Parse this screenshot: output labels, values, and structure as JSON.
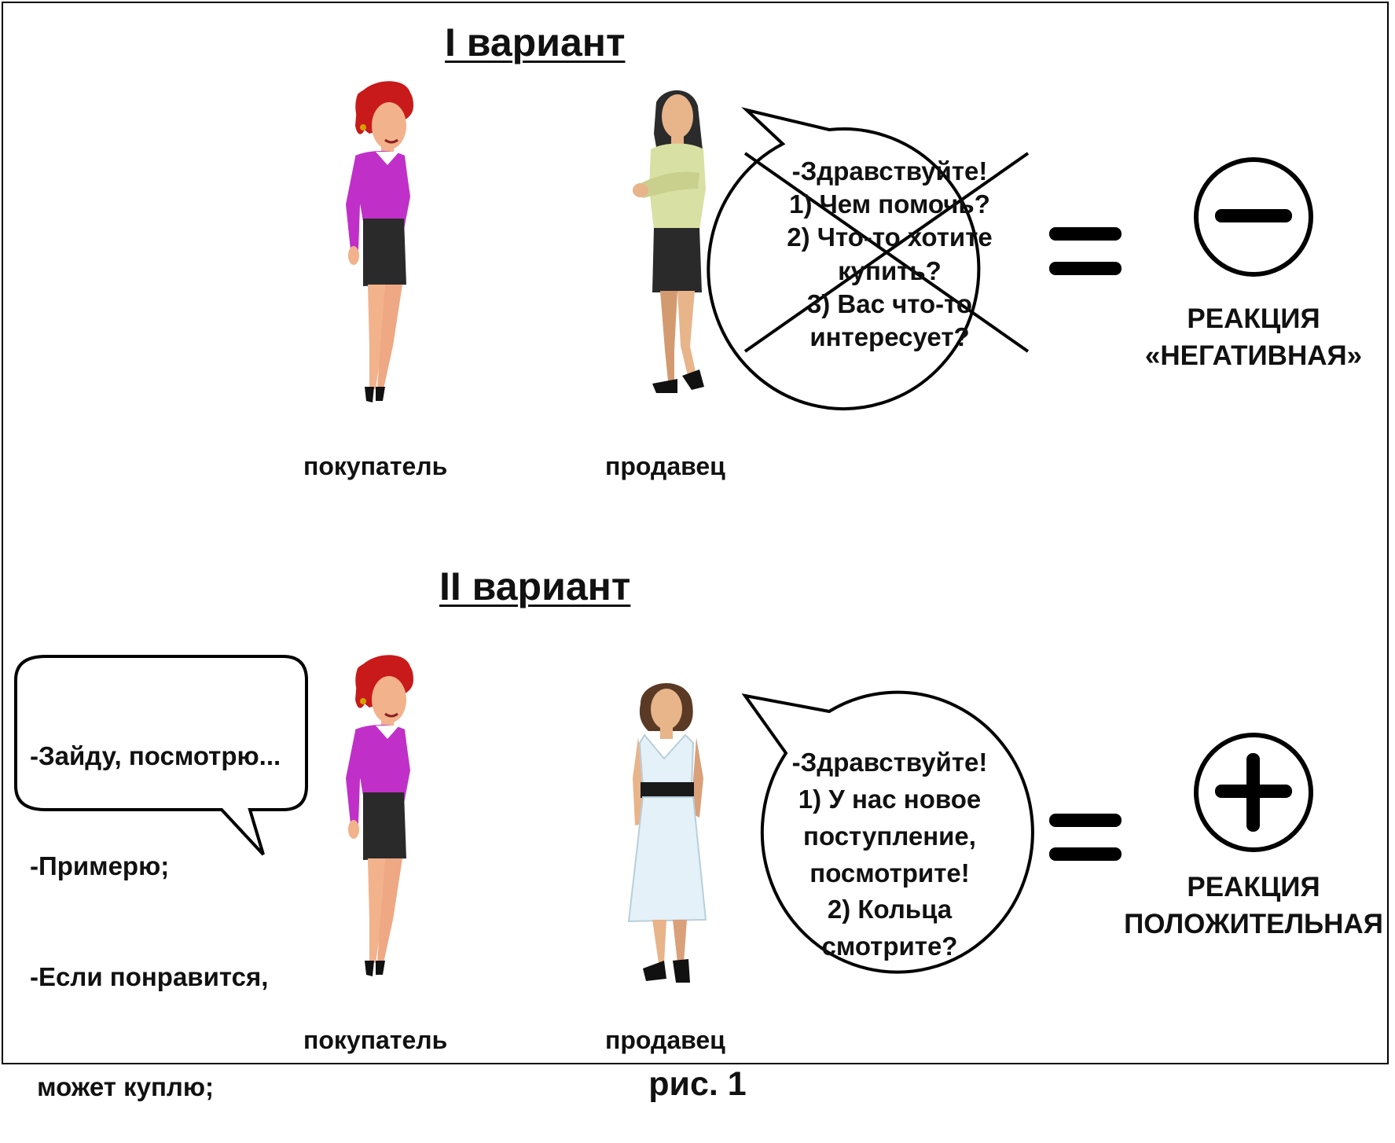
{
  "variant1": {
    "title": "I вариант",
    "buyer_label": "покупатель",
    "seller_label": "продавец",
    "seller_speech": [
      "-Здравствуйте!",
      "1) Чем помочь?",
      "2) Что-то хотите",
      "купить?",
      "3) Вас что-то",
      "интересует?"
    ],
    "reaction": [
      "РЕАКЦИЯ",
      "«НЕГАТИВНАЯ»"
    ],
    "sign_icon": "minus-circle-icon"
  },
  "variant2": {
    "title": "II вариант",
    "buyer_label": "покупатель",
    "seller_label": "продавец",
    "buyer_speech": [
      "-Зайду, посмотрю...",
      "-Примерю;",
      "-Если понравится,",
      " может куплю;"
    ],
    "seller_speech": [
      "-Здравствуйте!",
      "1) У нас новое",
      "поступление,",
      "посмотрите!",
      "2) Кольца",
      "смотрите?"
    ],
    "reaction": [
      "РЕАКЦИЯ",
      "ПОЛОЖИТЕЛЬНАЯ"
    ],
    "sign_icon": "plus-circle-icon"
  },
  "caption": "рис. 1",
  "colors": {
    "buyer_top": "#c030c8",
    "buyer_hair": "#c81a1a",
    "skirt": "#2a2a2a",
    "seller1_jacket": "#d9e0a3",
    "seller2_dress": "#e4f1f8",
    "skin": "#f2b28c",
    "seller_skin": "#e8b48a"
  }
}
